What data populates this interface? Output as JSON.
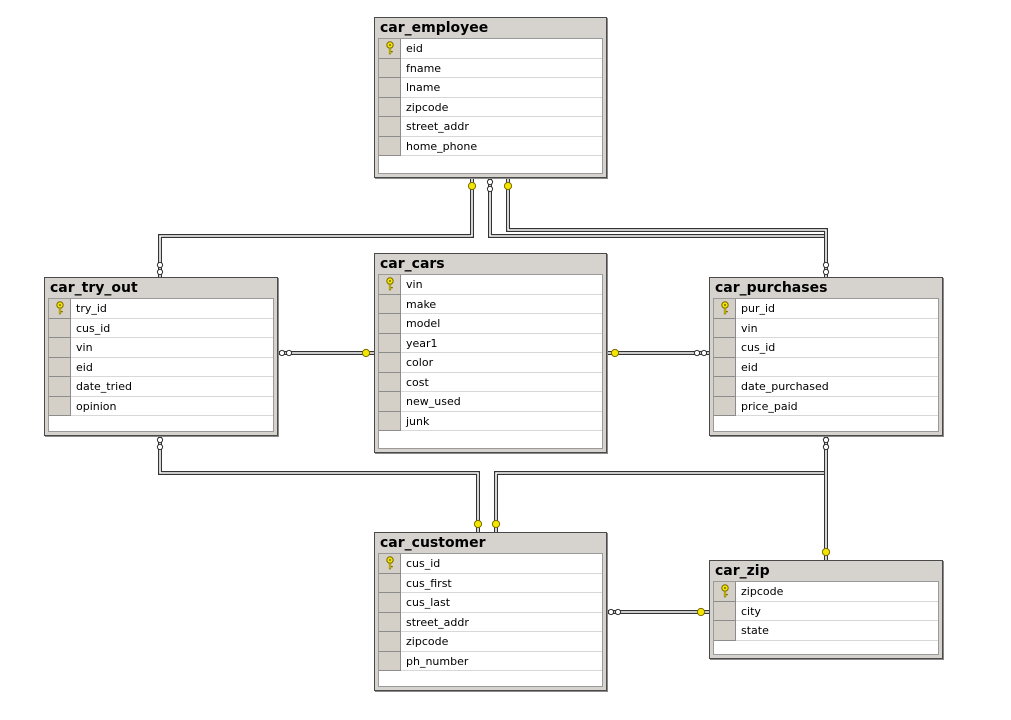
{
  "colors": {
    "key": "#f2e600",
    "key_outline": "#7a6a00",
    "line": "#333333"
  },
  "tables": [
    {
      "id": "car_employee",
      "title": "car_employee",
      "pk": "eid",
      "columns": [
        "eid",
        "fname",
        "lname",
        "zipcode",
        "street_addr",
        "home_phone"
      ]
    },
    {
      "id": "car_cars",
      "title": "car_cars",
      "pk": "vin",
      "columns": [
        "vin",
        "make",
        "model",
        "year1",
        "color",
        "cost",
        "new_used",
        "junk"
      ]
    },
    {
      "id": "car_try_out",
      "title": "car_try_out",
      "pk": "try_id",
      "columns": [
        "try_id",
        "cus_id",
        "vin",
        "eid",
        "date_tried",
        "opinion"
      ]
    },
    {
      "id": "car_purchases",
      "title": "car_purchases",
      "pk": "pur_id",
      "columns": [
        "pur_id",
        "vin",
        "cus_id",
        "eid",
        "date_purchased",
        "price_paid"
      ]
    },
    {
      "id": "car_customer",
      "title": "car_customer",
      "pk": "cus_id",
      "columns": [
        "cus_id",
        "cus_first",
        "cus_last",
        "street_addr",
        "zipcode",
        "ph_number"
      ]
    },
    {
      "id": "car_zip",
      "title": "car_zip",
      "pk": "zipcode",
      "columns": [
        "zipcode",
        "city",
        "state"
      ]
    }
  ],
  "relationships": [
    {
      "id": "employee-tryout",
      "one": "car_employee",
      "many": "car_try_out"
    },
    {
      "id": "employee-purchases",
      "one": "car_employee",
      "many": "car_purchases"
    },
    {
      "id": "cars-tryout",
      "one": "car_cars",
      "many": "car_try_out"
    },
    {
      "id": "cars-purchases",
      "one": "car_cars",
      "many": "car_purchases"
    },
    {
      "id": "customer-tryout",
      "one": "car_customer",
      "many": "car_try_out"
    },
    {
      "id": "customer-purchases",
      "one": "car_customer",
      "many": "car_purchases"
    },
    {
      "id": "zip-purchases",
      "one": "car_zip",
      "many": "car_purchases"
    },
    {
      "id": "zip-customer",
      "one": "car_zip",
      "many": "car_customer"
    }
  ]
}
